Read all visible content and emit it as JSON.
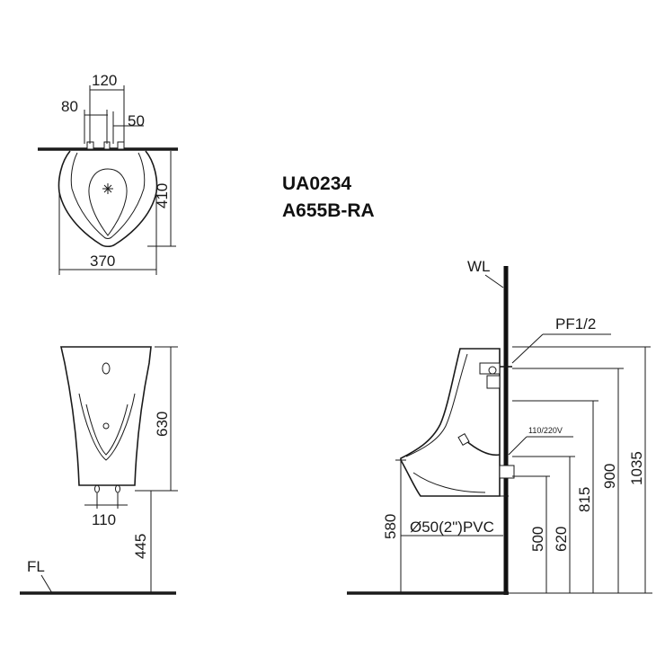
{
  "title": {
    "line1": "UA0234",
    "line2": "A655B-RA"
  },
  "top_view": {
    "dim_total_spacing": "120",
    "dim_left_offset": "80",
    "dim_right_offset": "50",
    "dim_depth": "410",
    "dim_width": "370"
  },
  "front_view": {
    "dim_height": "630",
    "dim_outlet_spacing": "110",
    "dim_floor_to_bottom": "445",
    "floor_label": "FL"
  },
  "side_view": {
    "wall_label": "WL",
    "inlet_label": "PF1/2",
    "power_label": "110/220V",
    "drain_label": "Ø50(2\")PVC",
    "dim_580": "580",
    "dim_500": "500",
    "dim_620": "620",
    "dim_815": "815",
    "dim_900": "900",
    "dim_1035": "1035"
  },
  "colors": {
    "line": "#1a1a1a",
    "background": "#ffffff"
  }
}
